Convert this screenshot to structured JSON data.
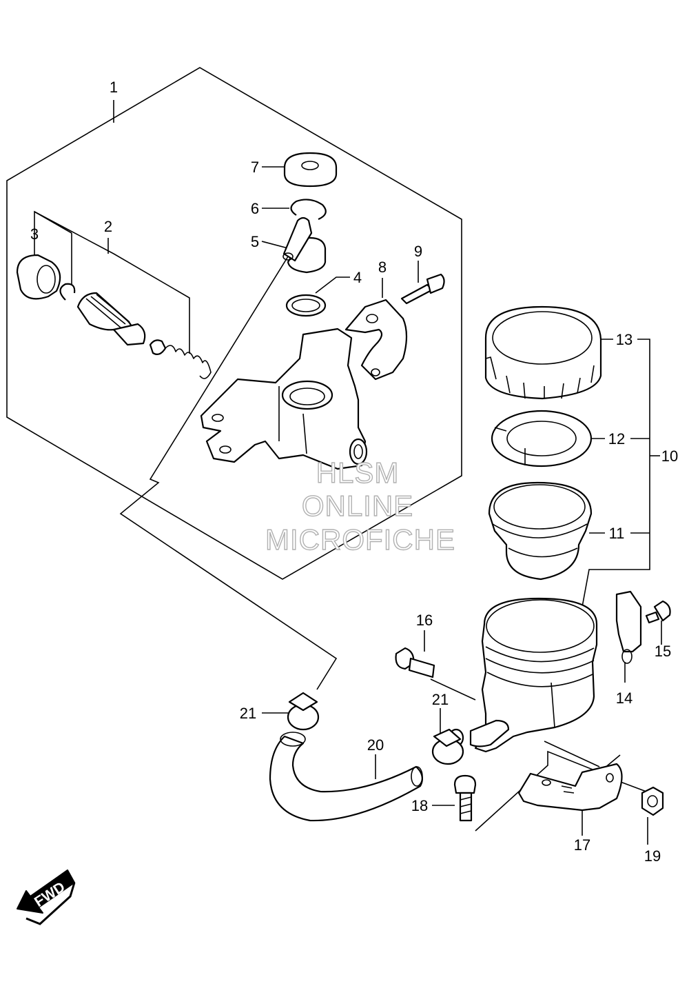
{
  "callouts": {
    "c1": "1",
    "c2": "2",
    "c3": "3",
    "c4": "4",
    "c5": "5",
    "c6": "6",
    "c7": "7",
    "c8": "8",
    "c9": "9",
    "c10": "10",
    "c11": "11",
    "c12": "12",
    "c13": "13",
    "c14": "14",
    "c15": "15",
    "c16": "16",
    "c17": "17",
    "c18": "18",
    "c19": "19",
    "c20": "20",
    "c21a": "21",
    "c21b": "21"
  },
  "watermark": {
    "line1": "HLSM",
    "line2": "ONLINE",
    "line3": "MICROFICHE"
  },
  "direction": {
    "label": "FWD",
    "icon": "fwd-arrow-icon"
  }
}
